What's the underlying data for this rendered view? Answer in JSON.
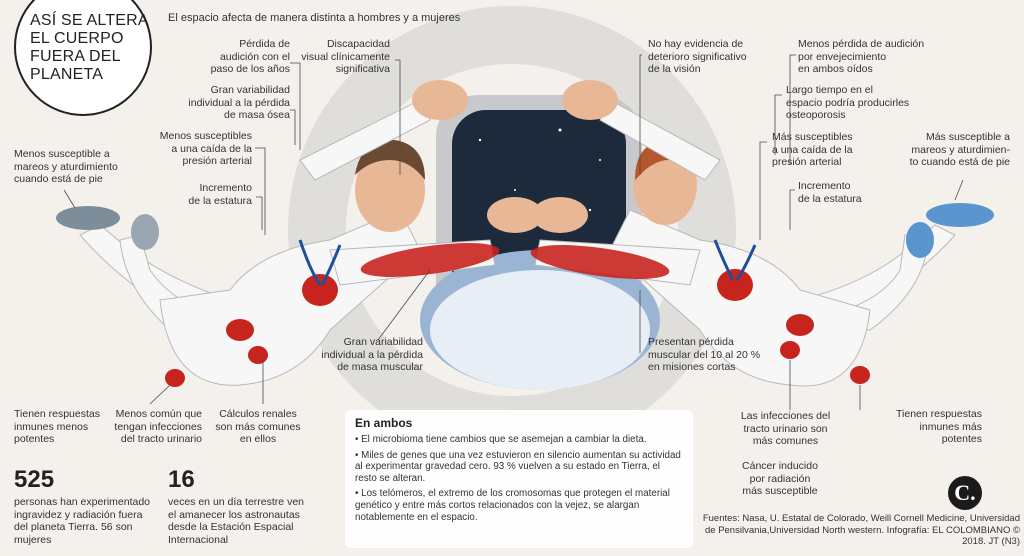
{
  "header": {
    "title_lines": [
      "ASÍ SE ALTERA",
      "EL CUERPO",
      "FUERA DEL",
      "PLANETA"
    ],
    "subtitle": "El espacio afecta de manera distinta a hombres y a mujeres"
  },
  "male_labels": {
    "audicion": "Pérdida de\naudición con el\npaso de los años",
    "vision": "Discapacidad\nvisual clínicamente\nsignificativa",
    "masa_osea": "Gran variabilidad\nindividual a la pérdida\nde masa ósea",
    "presion": "Menos susceptibles\na una caída de la\npresión arterial",
    "estatura": "Incremento\nde la estatura",
    "mareos": "Menos susceptible a\nmareos y aturdimiento\ncuando está de pie",
    "respuestas": "Tienen respuestas\ninmunes menos\npotentes",
    "infecciones": "Menos común que\ntengan infecciones\ndel tracto urinario",
    "calculos": "Cálculos renales\nson más comunes\nen ellos",
    "masa_muscular": "Gran variabilidad\nindividual a la pérdida\nde masa muscular"
  },
  "female_labels": {
    "vision": "No hay evidencia de\ndeterioro significativo\nde la visión",
    "audicion": "Menos pérdida de audición\npor envejecimiento\nen ambos oídos",
    "osteoporosis": "Largo tiempo en el\nespacio podría producirles\nosteoporosis",
    "presion": "Más susceptibles\na una caída de la\npresión arterial",
    "mareos": "Más susceptible a\nmareos y aturdimien-\nto cuando está de pie",
    "estatura": "Incremento\nde la estatura",
    "muscular": "Presentan pérdida\nmuscular del 10 al 20 %\nen misiones cortas",
    "infecciones": "Las infecciones del\ntracto urinario son\nmás comunes",
    "respuestas": "Tienen respuestas\ninmunes más\npotentes",
    "cancer": "Cáncer inducido\npor radiación\nmás susceptible"
  },
  "stats": [
    {
      "value": "525",
      "text": "personas han experimentado\ningravidez y radiación fuera\ndel planeta Tierra. 56 son\nmujeres"
    },
    {
      "value": "16",
      "text": "veces en un día terrestre ven\nel amanecer los astronautas\ndesde la Estación Espacial\nInternacional"
    }
  ],
  "ambos": {
    "heading": "En ambos",
    "items": [
      "• El microbioma tiene cambios que se asemejan a cambiar la dieta.",
      "• Miles de genes que una vez estuvieron en silencio aumentan su actividad al experimentar gravedad cero. 93 % vuelven a su estado en Tierra, el resto se alteran.",
      "• Los telómeros, el extremo de los cromosomas que protegen el material genético y entre más cortos relacionados con la vejez, se alargan notablemente en el espacio."
    ]
  },
  "credits": "Fuentes: Nasa, U. Estatal de Colorado, Weill Cornell Medicine, Universidad de Pensilvania,Universidad North western. Infografía: EL COLOMBIANO © 2018. JT (N3)",
  "logo_letter": "C.",
  "colors": {
    "background": "#f4f1ed",
    "suit": "#f7f7f7",
    "organ_red": "#c8241e",
    "vein_blue": "#1f4f9a",
    "shoe_blue": "#5b95cf",
    "window_dark": "#1c2a3c"
  }
}
